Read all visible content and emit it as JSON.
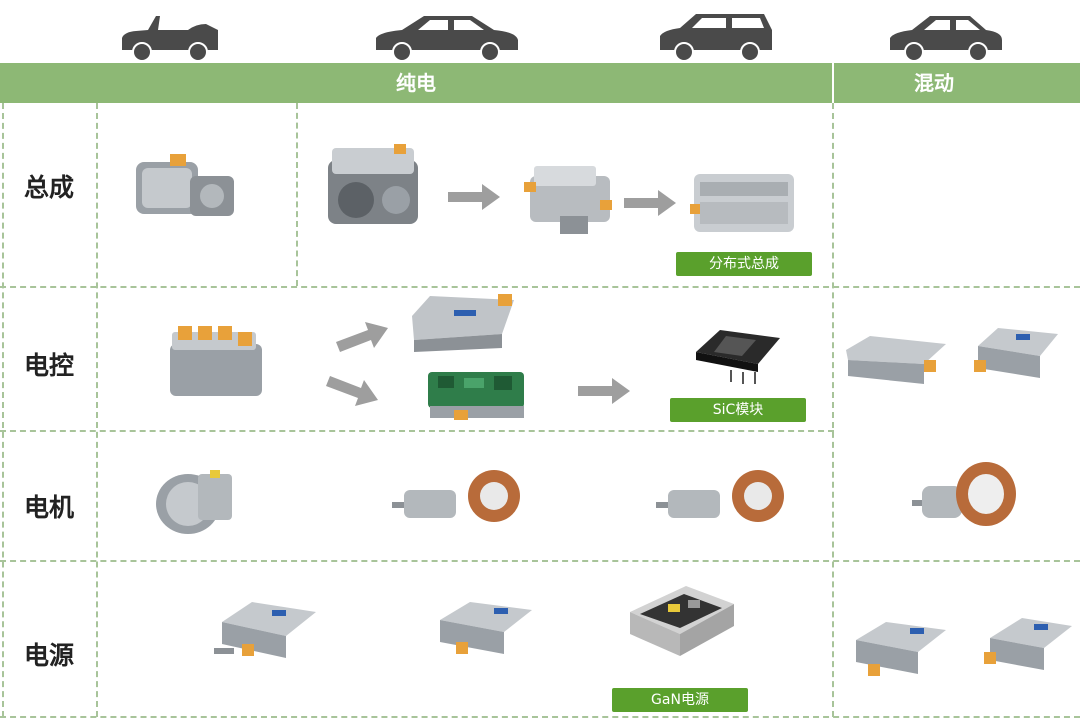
{
  "header": {
    "pure_electric": "纯电",
    "hybrid": "混动"
  },
  "rows": {
    "assembly": "总成",
    "controller": "电控",
    "motor": "电机",
    "power": "电源"
  },
  "tags": {
    "distributed": "分布式总成",
    "sic": "SiC模块",
    "gan": "GaN电源"
  },
  "colors": {
    "header_green": "#8db875",
    "tag_green": "#5aa02c",
    "dash": "#a8c49a",
    "car": "#4a4a4a"
  },
  "icons": [
    "convertible-car-icon",
    "sedan-car-icon",
    "hatchback-car-icon",
    "compact-car-icon"
  ]
}
